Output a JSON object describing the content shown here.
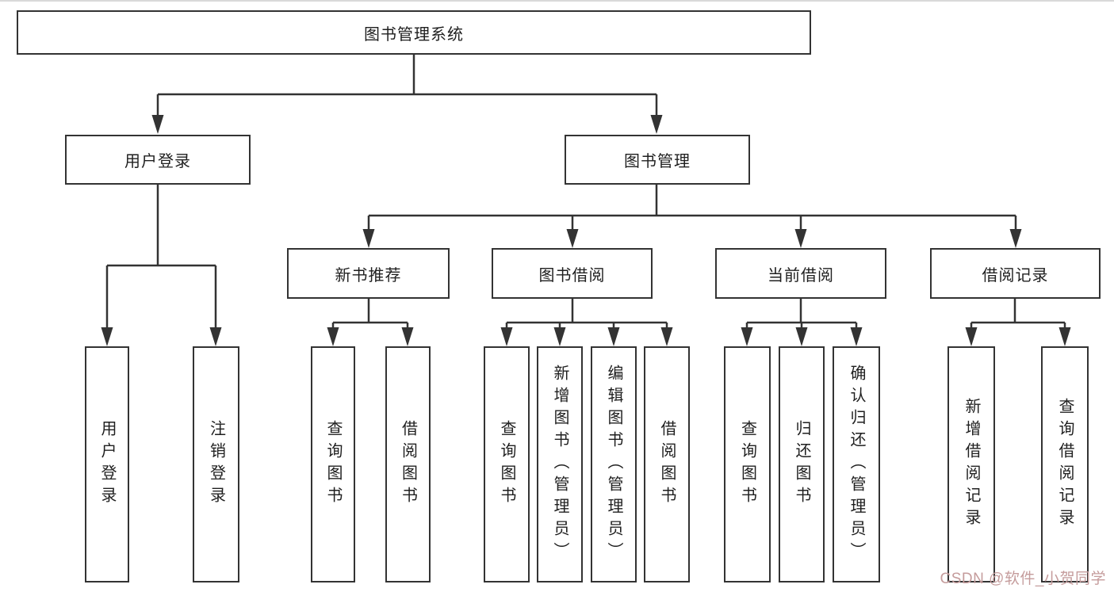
{
  "diagram": {
    "root": {
      "label": "图书管理系统"
    },
    "level1": [
      {
        "label": "用户登录"
      },
      {
        "label": "图书管理"
      }
    ],
    "level2": [
      {
        "label": "新书推荐"
      },
      {
        "label": "图书借阅"
      },
      {
        "label": "当前借阅"
      },
      {
        "label": "借阅记录"
      }
    ],
    "leaves": {
      "user_login": [
        "用户登录",
        "注销登录"
      ],
      "new_book": [
        "查询图书",
        "借阅图书"
      ],
      "book_borrow": [
        "查询图书",
        "新增图书（管理员）",
        "编辑图书（管理员）",
        "借阅图书"
      ],
      "current_borrow": [
        "查询图书",
        "归还图书",
        "确认归还（管理员）"
      ],
      "borrow_record": [
        "新增借阅记录",
        "查询借阅记录"
      ]
    },
    "colors": {
      "line": "#333333",
      "box_border": "#333333",
      "background": "#ffffff",
      "watermark_text": "#c59c9c"
    },
    "watermark": "CSDN @软件_小贺同学"
  }
}
